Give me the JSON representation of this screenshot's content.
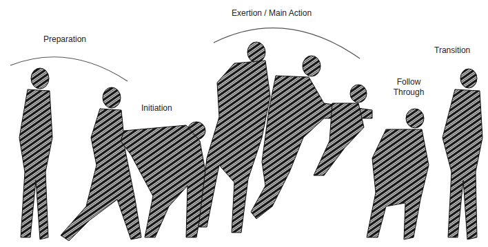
{
  "diagram": {
    "labels": [
      "Preparation",
      "Initiation",
      "Exertion / Main Action",
      "Follow Through",
      "Transition"
    ]
  }
}
